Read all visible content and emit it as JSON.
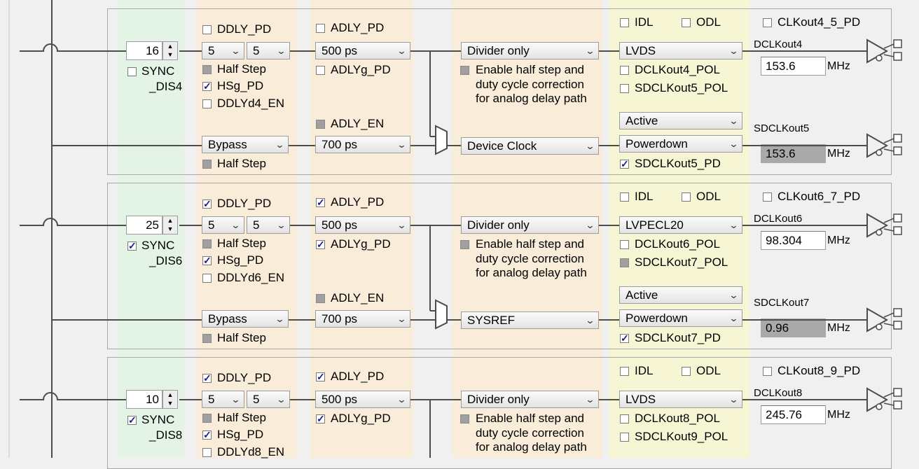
{
  "colors": {
    "sync_col": "#e3f3e6",
    "delay_col": "#f9ecd8",
    "mux_col": "#f9ecd8",
    "fmt_col": "#f7f6d4",
    "freq_col": "#eef2e1",
    "frame": "#a8a8a8"
  },
  "mhz": "MHz",
  "blocks": [
    {
      "sync_value": "16",
      "sync_label_1": "SYNC",
      "sync_label_2": "_DIS4",
      "ddly_pd": "DDLY_PD",
      "ddly_val_a": "5",
      "ddly_val_b": "5",
      "half_step": "Half Step",
      "hsg_pd": "HSg_PD",
      "ddlyd_en": "DDLYd4_EN",
      "adly_pd": "ADLY_PD",
      "adly_val": "500 ps",
      "adlyg_pd": "ADLYg_PD",
      "adly_en": "ADLY_EN",
      "bypass": "Bypass",
      "bypass_half_step": "Half Step",
      "adly_val2": "700 ps",
      "mux1": "Divider only",
      "mux_text_1": "Enable half step and",
      "mux_text_2": "duty cycle correction",
      "mux_text_3": "for analog delay path",
      "mux2": "Device Clock",
      "idl": "IDL",
      "odl": "ODL",
      "fmt1": "LVDS",
      "dclk_pol": "DCLKout4_POL",
      "sdclk_pol": "SDCLKout5_POL",
      "active": "Active",
      "powerdown": "Powerdown",
      "sdclk_pd": "SDCLKout5_PD",
      "clkout_pd": "CLKout4_5_PD",
      "dclk_name": "DCLKout4",
      "dclk_freq": "153.6",
      "sdclk_name": "SDCLKout5",
      "sdclk_freq": "153.6",
      "checks": {
        "sync": false,
        "ddly_pd": false,
        "half_step": "dis",
        "hsg_pd": true,
        "ddlyd_en": false,
        "adly_pd": false,
        "adlyg_pd": false,
        "adly_en": "dis",
        "bypass_half": "dis",
        "mux_half": "dis",
        "idl": false,
        "odl": false,
        "dclk_pol": false,
        "sdclk_pol": false,
        "sdclk_pd": true,
        "clkout_pd": false
      }
    },
    {
      "sync_value": "25",
      "sync_label_1": "SYNC",
      "sync_label_2": "_DIS6",
      "ddly_pd": "DDLY_PD",
      "ddly_val_a": "5",
      "ddly_val_b": "5",
      "half_step": "Half Step",
      "hsg_pd": "HSg_PD",
      "ddlyd_en": "DDLYd6_EN",
      "adly_pd": "ADLY_PD",
      "adly_val": "500 ps",
      "adlyg_pd": "ADLYg_PD",
      "adly_en": "ADLY_EN",
      "bypass": "Bypass",
      "bypass_half_step": "Half Step",
      "adly_val2": "700 ps",
      "mux1": "Divider only",
      "mux_text_1": "Enable half step and",
      "mux_text_2": "duty cycle correction",
      "mux_text_3": "for analog delay path",
      "mux2": "SYSREF",
      "idl": "IDL",
      "odl": "ODL",
      "fmt1": "LVPECL20",
      "dclk_pol": "DCLKout6_POL",
      "sdclk_pol": "SDCLKout7_POL",
      "active": "Active",
      "powerdown": "Powerdown",
      "sdclk_pd": "SDCLKout7_PD",
      "clkout_pd": "CLKout6_7_PD",
      "dclk_name": "DCLKout6",
      "dclk_freq": "98.304",
      "sdclk_name": "SDCLKout7",
      "sdclk_freq": "0.96",
      "checks": {
        "sync": true,
        "ddly_pd": true,
        "half_step": "dis",
        "hsg_pd": true,
        "ddlyd_en": false,
        "adly_pd": true,
        "adlyg_pd": true,
        "adly_en": "dis",
        "bypass_half": "dis",
        "mux_half": "dis",
        "idl": false,
        "odl": false,
        "dclk_pol": false,
        "sdclk_pol": "dis",
        "sdclk_pd": true,
        "clkout_pd": false
      }
    },
    {
      "sync_value": "10",
      "sync_label_1": "SYNC",
      "sync_label_2": "_DIS8",
      "ddly_pd": "DDLY_PD",
      "ddly_val_a": "5",
      "ddly_val_b": "5",
      "half_step": "Half Step",
      "hsg_pd": "HSg_PD",
      "ddlyd_en": "DDLYd8_EN",
      "adly_pd": "ADLY_PD",
      "adly_val": "500 ps",
      "adlyg_pd": "ADLYg_PD",
      "mux1": "Divider only",
      "mux_text_1": "Enable half step and",
      "mux_text_2": "duty cycle correction",
      "mux_text_3": "for analog delay path",
      "idl": "IDL",
      "odl": "ODL",
      "fmt1": "LVDS",
      "dclk_pol": "DCLKout8_POL",
      "sdclk_pol": "SDCLKout9_POL",
      "clkout_pd": "CLKout8_9_PD",
      "dclk_name": "DCLKout8",
      "dclk_freq": "245.76",
      "checks": {
        "sync": true,
        "ddly_pd": true,
        "half_step": "dis",
        "hsg_pd": true,
        "ddlyd_en": false,
        "adly_pd": true,
        "adlyg_pd": true,
        "mux_half": "dis",
        "idl": false,
        "odl": false,
        "dclk_pol": false,
        "sdclk_pol": false,
        "clkout_pd": false
      }
    }
  ]
}
